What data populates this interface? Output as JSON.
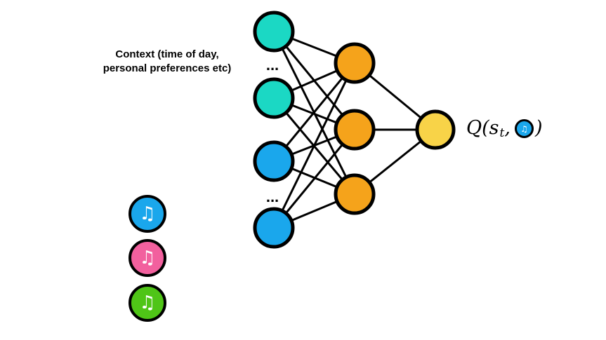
{
  "context_label": {
    "line1": "Context (time of day,",
    "line2": "personal preferences etc)"
  },
  "dots_label": "...",
  "q_label": {
    "prefix": "Q(s",
    "subscript": "t",
    "comma": ",",
    "close": ")"
  },
  "music_note_glyph": "♫",
  "colors": {
    "teal": "#1BD8C4",
    "blue": "#1AA7EC",
    "orange": "#F5A31B",
    "yellow": "#F8D348",
    "pink": "#F2609E",
    "green": "#4FC517",
    "edge_black": "#000000",
    "note_white": "#FFFFFF"
  },
  "network": {
    "description": "feed-forward neural network",
    "input_layer": {
      "visible_nodes": 4,
      "node_colors": [
        "teal",
        "teal",
        "blue",
        "blue"
      ],
      "ellipsis_count": 2
    },
    "hidden_layer": {
      "visible_nodes": 3,
      "node_colors": [
        "orange",
        "orange",
        "orange"
      ]
    },
    "output_layer": {
      "visible_nodes": 1,
      "node_colors": [
        "yellow"
      ]
    }
  },
  "song_icons": [
    {
      "id": "song-blue",
      "color_key": "blue"
    },
    {
      "id": "song-pink",
      "color_key": "pink"
    },
    {
      "id": "song-green",
      "color_key": "green"
    }
  ]
}
